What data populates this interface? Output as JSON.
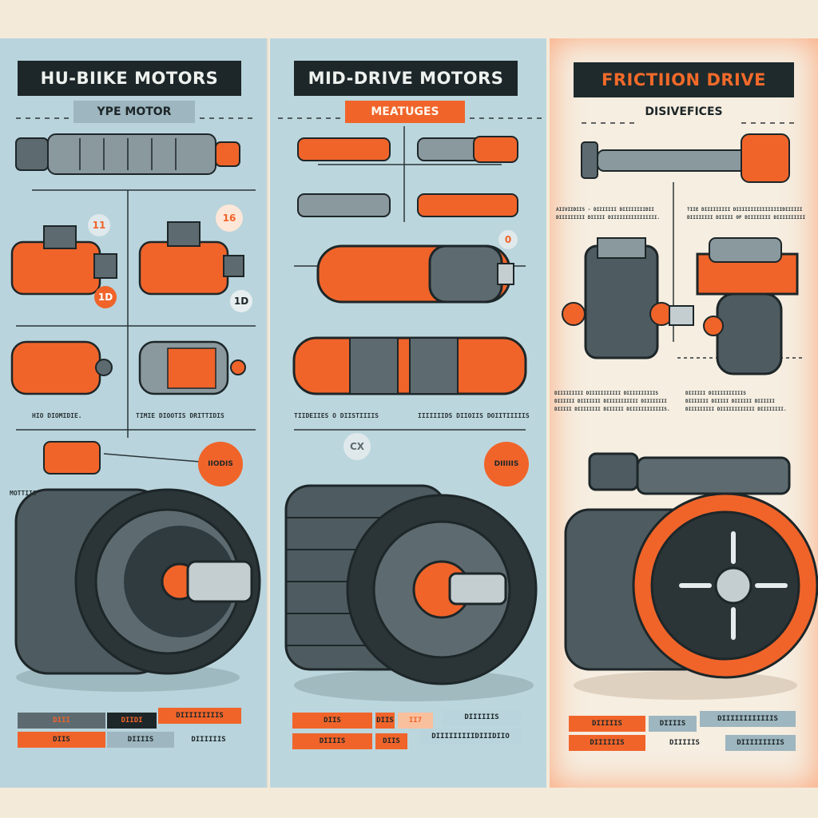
{
  "panels": [
    {
      "title": "HU-BIIKE MOTORS",
      "subtitle": "YPE MOTOR",
      "badges": [
        "11",
        "16",
        "1D",
        "1D"
      ],
      "captions": [
        "HIO DIOMIDIE.",
        "TIMIE DIOOTIS DRITTIDIS"
      ],
      "side_label": "MOTTIIS",
      "callout": "IIODIS",
      "table": {
        "row1": [
          "DIII",
          "DIIDI",
          "DIIIIIIIIIS"
        ],
        "row2": [
          "DIIS",
          "DIIIIS",
          "DIIIIIIS"
        ]
      }
    },
    {
      "title": "MID-DRIVE MOTORS",
      "subtitle": "MEATUGES",
      "badges": [
        "0"
      ],
      "captions": [
        "TIIDEIIES O DIISTIIIIS",
        "IIIIIIIDS DIIOIIS DOIITIIIIIS"
      ],
      "callout_top": "CX",
      "callout": "DIIIIIS",
      "table": {
        "row1": [
          "DIIS",
          "DIIS",
          "II7",
          "DIIIIIIS"
        ],
        "row2": [
          "DIIIIS",
          "DIIS",
          "DIIIIIIIIIDIIIDIIO"
        ]
      }
    },
    {
      "title": "FRICTIION DRIVE",
      "subtitle": "DISIVEFICES",
      "notes": [
        "AIIVIIDIIS - DIIIIIII DIIIIIIIIDII\nDIIIIIIIII DIIIII DIIIIIIIIIIIIIIII.",
        "TIIE DIIIIIIIII DIIIIIIIIIIIIIIIIDIIIIII\nDIIIIIIII DIIIII OF DIIIIIIII DIIIIIIIIII"
      ],
      "captions": [
        "DIIIIIIIII DIIIIIIIIIII DIIIIIIIIIIS\nDIIIIII DIIIIIII DIIIIIIIIIII DIIIIIIII\nDIIIII DIIIIIIII DIIIIII DIIIIIIIIIIIIS.",
        "DIIIIII DIIIIIIIIIIIS\nDIIIIIII DIIIII DIIIIII DIIIIII\nDIIIIIIIII DIIIIIIIIIIII DIIIIIIII."
      ],
      "table": {
        "row1": [
          "DIIIIIS",
          "DIIIIS",
          "DIIIIIIIIIIIIS"
        ],
        "row2": [
          "DIIIIIIS",
          "DIIIIIS",
          "DIIIIIIIIIS"
        ]
      }
    }
  ],
  "colors": {
    "orange": "#f0642a",
    "dark": "#1d2628",
    "steel": "#5d6b70",
    "blue_bg": "#b9d4dc",
    "cream": "#f4ead9"
  }
}
